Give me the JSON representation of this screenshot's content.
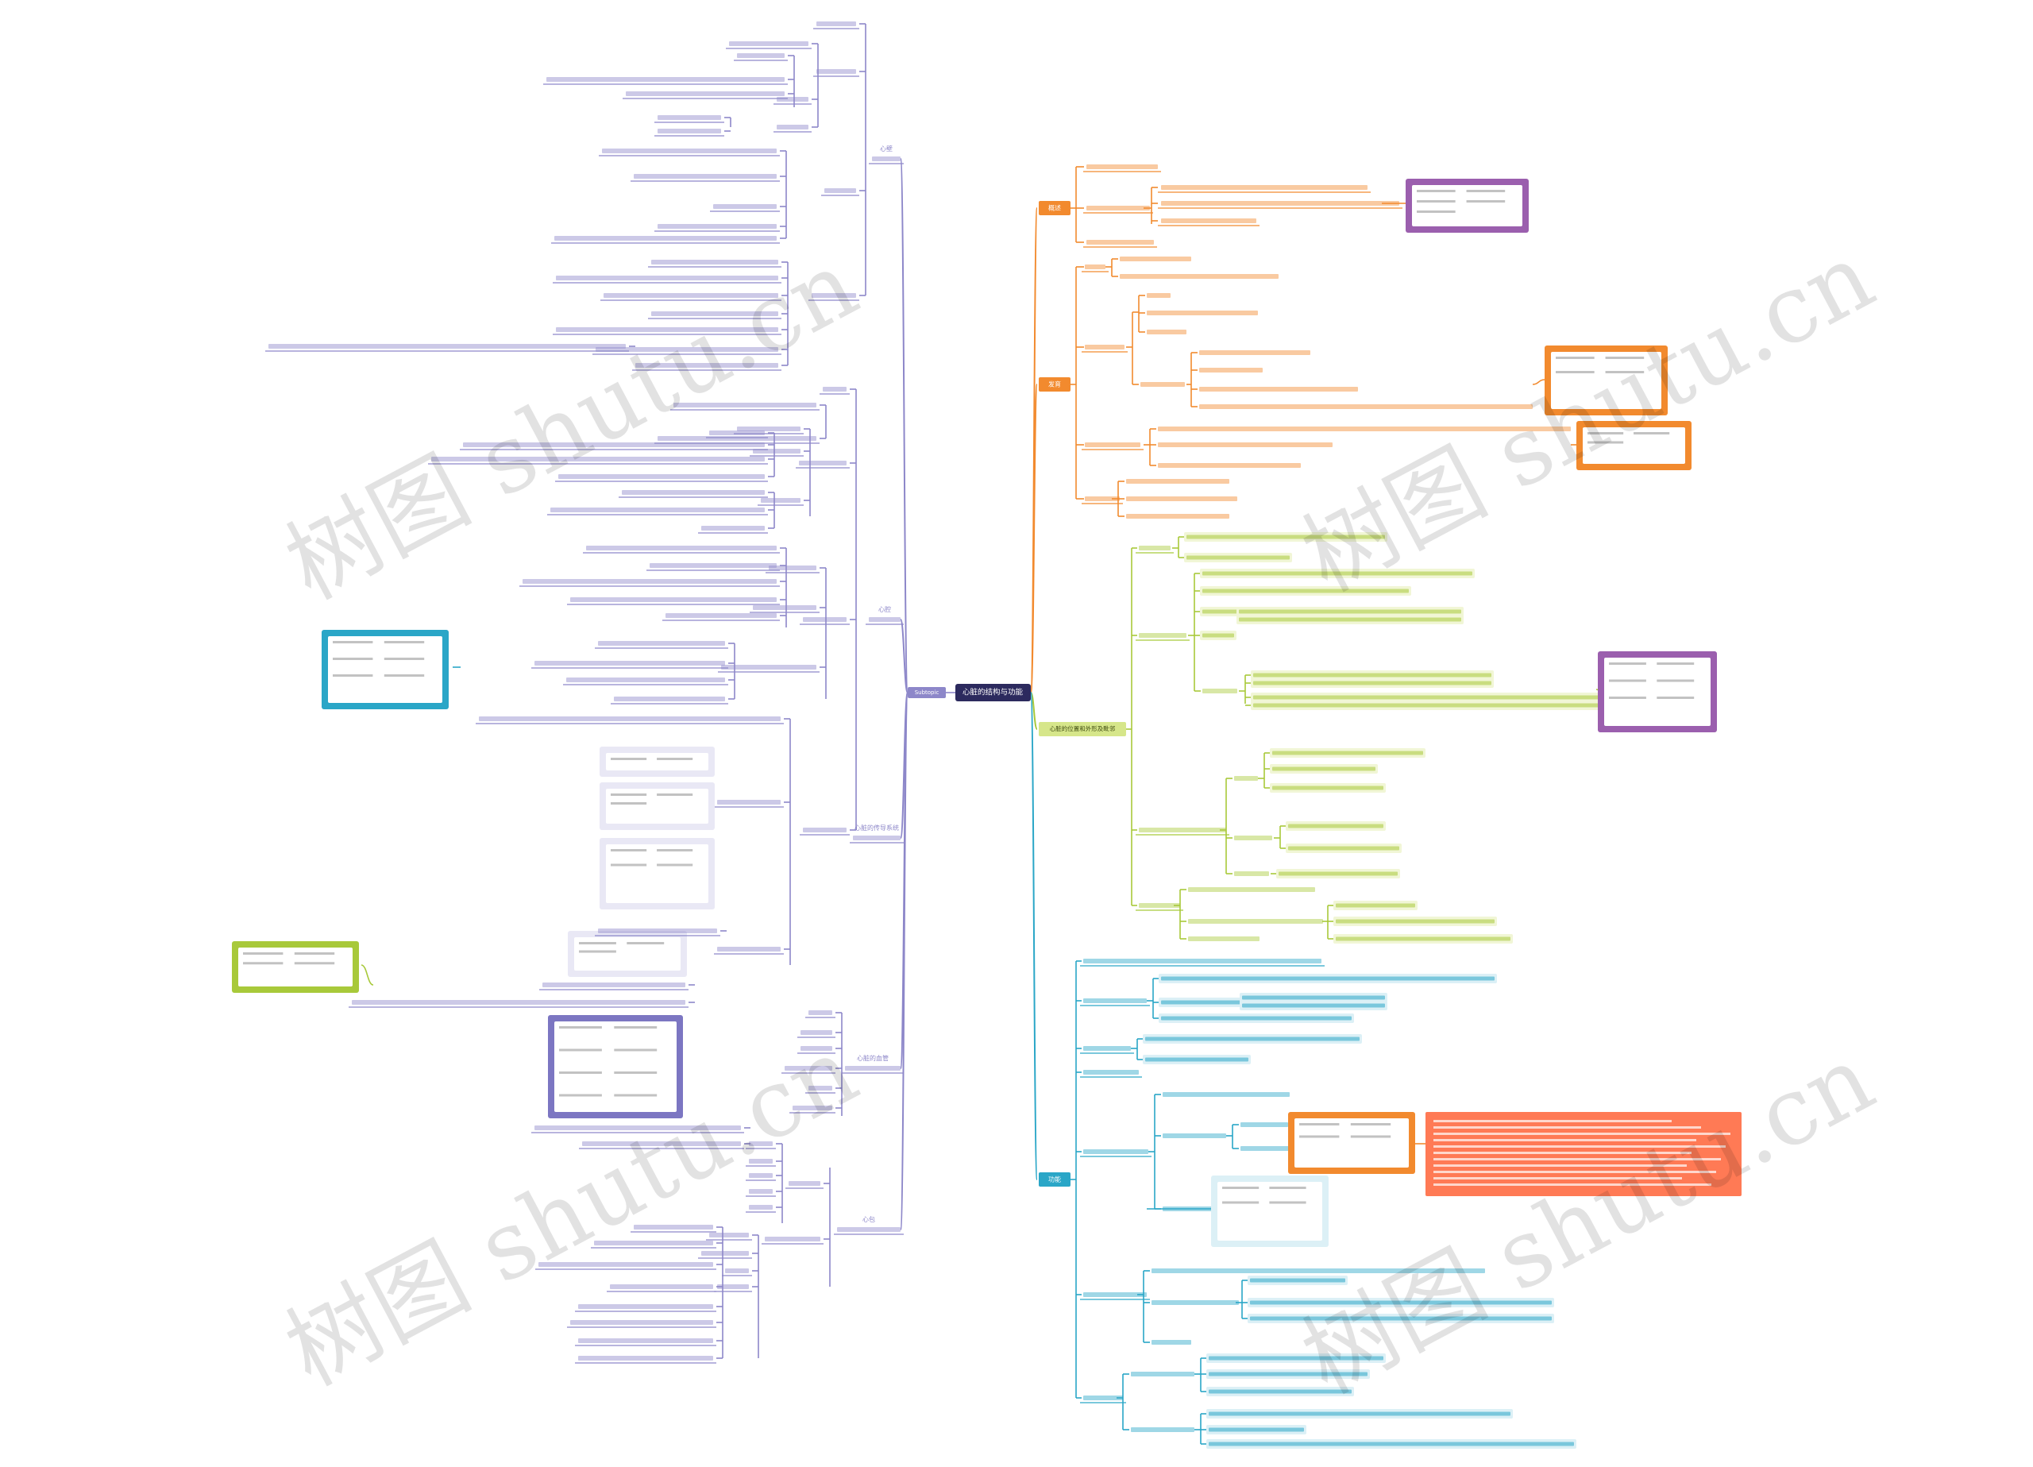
{
  "watermark": "树图 shutu.cn",
  "root": {
    "label": "心脏的结构与功能",
    "fill": "#2c2a5e",
    "text_color": "#ffffff"
  },
  "side_label": {
    "label": "Subtopic"
  },
  "branch_colors": {
    "orange": "#f28a2e",
    "green": "#a8c93a",
    "blue": "#2aa6c7",
    "purple": "#8d87c9"
  },
  "branches": {
    "orange_1": {
      "label": "概述"
    },
    "orange_2": {
      "label": "发育"
    },
    "green_1": {
      "label": "心脏的位置和外形及毗邻"
    },
    "blue_1": {
      "label": "功能"
    },
    "purple_1": {
      "label": "心壁"
    },
    "purple_2": {
      "label": "心腔"
    },
    "purple_3": {
      "label": "心脏的传导系统"
    },
    "purple_4": {
      "label": "心脏的血管"
    },
    "purple_5": {
      "label": "心包"
    }
  }
}
